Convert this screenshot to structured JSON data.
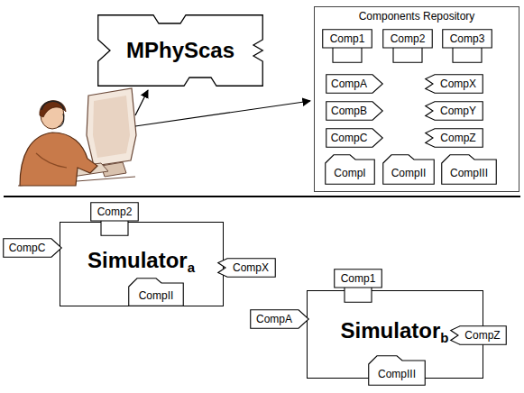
{
  "diagram": {
    "nodes": [
      {
        "text": [
          "MPhyScas"
        ]
      },
      {
        "text": [
          "Components Repository"
        ]
      },
      {
        "text": [
          "Comp1"
        ],
        "in": 1
      },
      {
        "text": [
          "Comp2"
        ],
        "in": 1
      },
      {
        "text": [
          "Comp3"
        ],
        "in": 1
      },
      {
        "text": [
          "CompA"
        ],
        "in": 1
      },
      {
        "text": [
          "CompX"
        ],
        "in": 1
      },
      {
        "text": [
          "CompB"
        ],
        "in": 1
      },
      {
        "text": [
          "CompY"
        ],
        "in": 1
      },
      {
        "text": [
          "CompC"
        ],
        "in": 1
      },
      {
        "text": [
          "CompZ"
        ],
        "in": 1
      },
      {
        "text": [
          "CompI"
        ],
        "in": 1
      },
      {
        "text": [
          "CompII"
        ],
        "in": 1
      },
      {
        "text": [
          "CompIII"
        ],
        "in": 1
      },
      {
        "text": [
          "Comp2"
        ]
      },
      {
        "text": [
          "CompC"
        ]
      },
      {
        "text": [
          "Simulator",
          "a"
        ]
      },
      {
        "text": [
          "CompX"
        ]
      },
      {
        "text": [
          "CompII"
        ]
      },
      {
        "text": [
          "Comp1"
        ]
      },
      {
        "text": [
          "CompA"
        ]
      },
      {
        "text": [
          "Simulator",
          "b"
        ]
      },
      {
        "text": [
          "CompZ"
        ]
      },
      {
        "text": [
          "CompIII"
        ]
      }
    ]
  }
}
